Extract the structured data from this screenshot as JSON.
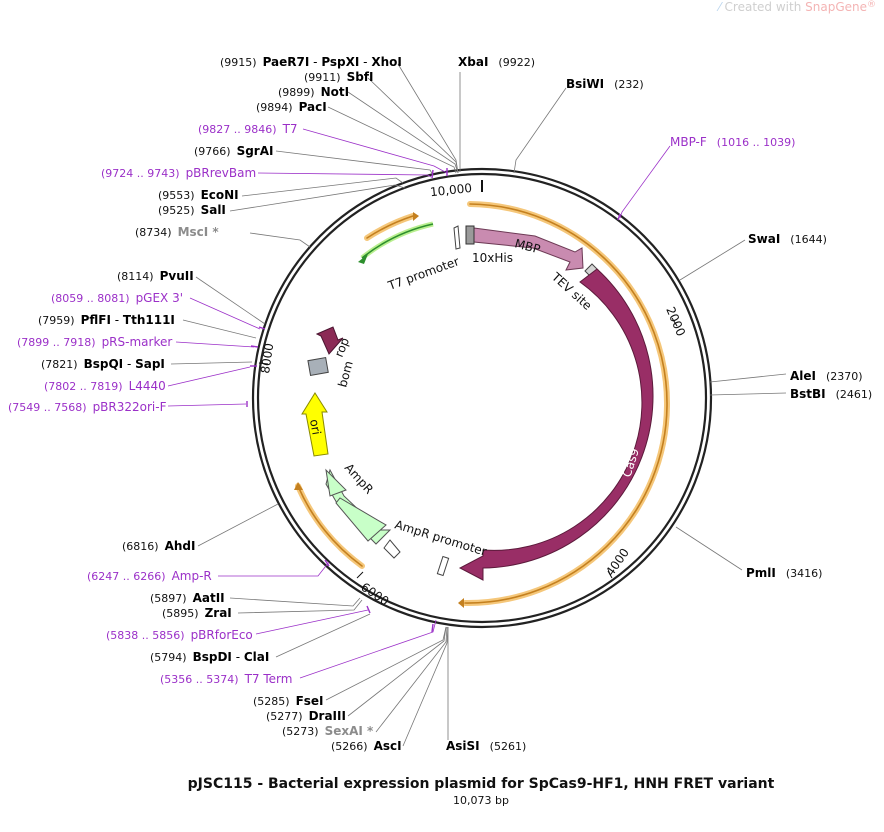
{
  "watermark": {
    "prefix": "Created with",
    "brand": "SnapGene",
    "mark": "®"
  },
  "plasmid": {
    "name": "pJSC115 - Bacterial expression plasmid for SpCas9-HF1, HNH FRET variant",
    "length_label": "10,073 bp",
    "ticks": [
      "10,000",
      "2000",
      "4000",
      "6000",
      "8000"
    ]
  },
  "features": [
    {
      "id": "mbp",
      "label": "MBP",
      "color": "#c98bb0"
    },
    {
      "id": "his",
      "label": "10xHis",
      "color": "#a0a0a0"
    },
    {
      "id": "tev",
      "label": "TEV site",
      "color": "#c9c9c9"
    },
    {
      "id": "cas9",
      "label": "Cas9",
      "color": "#992e66"
    },
    {
      "id": "t7promoter",
      "label": "T7 promoter",
      "color": "#2d8f2d"
    },
    {
      "id": "rop",
      "label": "rop",
      "color": "#8b2a55"
    },
    {
      "id": "bom",
      "label": "bom",
      "color": "#a8b0b8"
    },
    {
      "id": "ori",
      "label": "ori",
      "color": "#ffff00"
    },
    {
      "id": "ampr",
      "label": "AmpR",
      "color": "#c8ffc8"
    },
    {
      "id": "amprpromoter",
      "label": "AmpR promoter",
      "color": "#ffffff"
    }
  ],
  "sites": [
    {
      "id": "paer7i",
      "pos": "(9915)",
      "name": "PaeR7I",
      "others": [
        " - ",
        "PspXI",
        " - ",
        "XhoI"
      ],
      "kind": "enzyme"
    },
    {
      "id": "sbfi",
      "pos": "(9911)",
      "name": "SbfI",
      "kind": "enzyme"
    },
    {
      "id": "noti",
      "pos": "(9899)",
      "name": "NotI",
      "kind": "enzyme"
    },
    {
      "id": "paci",
      "pos": "(9894)",
      "name": "PacI",
      "kind": "enzyme"
    },
    {
      "id": "t7",
      "pos": "(9827 .. 9846)",
      "name": "T7",
      "kind": "primer"
    },
    {
      "id": "sgrai",
      "pos": "(9766)",
      "name": "SgrAI",
      "kind": "enzyme"
    },
    {
      "id": "pbrrevbam",
      "pos": "(9724 .. 9743)",
      "name": "pBRrevBam",
      "kind": "primer"
    },
    {
      "id": "econi",
      "pos": "(9553)",
      "name": "EcoNI",
      "kind": "enzyme"
    },
    {
      "id": "sali",
      "pos": "(9525)",
      "name": "SalI",
      "kind": "enzyme"
    },
    {
      "id": "msci",
      "pos": "(8734)",
      "name": "MscI *",
      "kind": "gray"
    },
    {
      "id": "pvuii",
      "pos": "(8114)",
      "name": "PvuII",
      "kind": "enzyme"
    },
    {
      "id": "pgex3",
      "pos": "(8059 .. 8081)",
      "name": "pGEX 3'",
      "kind": "primer"
    },
    {
      "id": "pflfi",
      "pos": "(7959)",
      "name": "PflFI",
      "others": [
        " - ",
        "Tth111I"
      ],
      "kind": "enzyme"
    },
    {
      "id": "prsmarker",
      "pos": "(7899 .. 7918)",
      "name": "pRS-marker",
      "kind": "primer"
    },
    {
      "id": "bspqi",
      "pos": "(7821)",
      "name": "BspQI",
      "others": [
        " - ",
        "SapI"
      ],
      "kind": "enzyme"
    },
    {
      "id": "l4440",
      "pos": "(7802 .. 7819)",
      "name": "L4440",
      "kind": "primer"
    },
    {
      "id": "pbr322ori",
      "pos": "(7549 .. 7568)",
      "name": "pBR322ori-F",
      "kind": "primer"
    },
    {
      "id": "ahdi",
      "pos": "(6816)",
      "name": "AhdI",
      "kind": "enzyme"
    },
    {
      "id": "ampr-primer",
      "pos": "(6247 .. 6266)",
      "name": "Amp-R",
      "kind": "primer"
    },
    {
      "id": "aatii",
      "pos": "(5897)",
      "name": "AatII",
      "kind": "enzyme"
    },
    {
      "id": "zrai",
      "pos": "(5895)",
      "name": "ZraI",
      "kind": "enzyme"
    },
    {
      "id": "pbrforeco",
      "pos": "(5838 .. 5856)",
      "name": "pBRforEco",
      "kind": "primer"
    },
    {
      "id": "bspdi",
      "pos": "(5794)",
      "name": "BspDI",
      "others": [
        " - ",
        "ClaI"
      ],
      "kind": "enzyme"
    },
    {
      "id": "t7term",
      "pos": "(5356 .. 5374)",
      "name": "T7 Term",
      "kind": "primer"
    },
    {
      "id": "fsei",
      "pos": "(5285)",
      "name": "FseI",
      "kind": "enzyme"
    },
    {
      "id": "draiii",
      "pos": "(5277)",
      "name": "DraIII",
      "kind": "enzyme"
    },
    {
      "id": "sexai",
      "pos": "(5273)",
      "name": "SexAI *",
      "kind": "gray"
    },
    {
      "id": "asci",
      "pos": "(5266)",
      "name": "AscI",
      "kind": "enzyme"
    },
    {
      "id": "xbai",
      "pos": "(9922)",
      "name": "XbaI",
      "kind": "enzyme"
    },
    {
      "id": "bsiwi",
      "pos": "(232)",
      "name": "BsiWI",
      "kind": "enzyme"
    },
    {
      "id": "mbpf",
      "pos": "(1016 .. 1039)",
      "name": "MBP-F",
      "kind": "primer"
    },
    {
      "id": "swai",
      "pos": "(1644)",
      "name": "SwaI",
      "kind": "enzyme"
    },
    {
      "id": "alei",
      "pos": "(2370)",
      "name": "AleI",
      "kind": "enzyme"
    },
    {
      "id": "bstbi",
      "pos": "(2461)",
      "name": "BstBI",
      "kind": "enzyme"
    },
    {
      "id": "pmli",
      "pos": "(3416)",
      "name": "PmlI",
      "kind": "enzyme"
    },
    {
      "id": "asisi",
      "pos": "(5261)",
      "name": "AsiSI",
      "kind": "enzyme"
    }
  ],
  "colors": {
    "enzyme": "#000000",
    "primer": "#9b30c8",
    "gray": "#8c8c8c",
    "backbone": "#222222",
    "orf_highlight": "#f5c77a"
  }
}
